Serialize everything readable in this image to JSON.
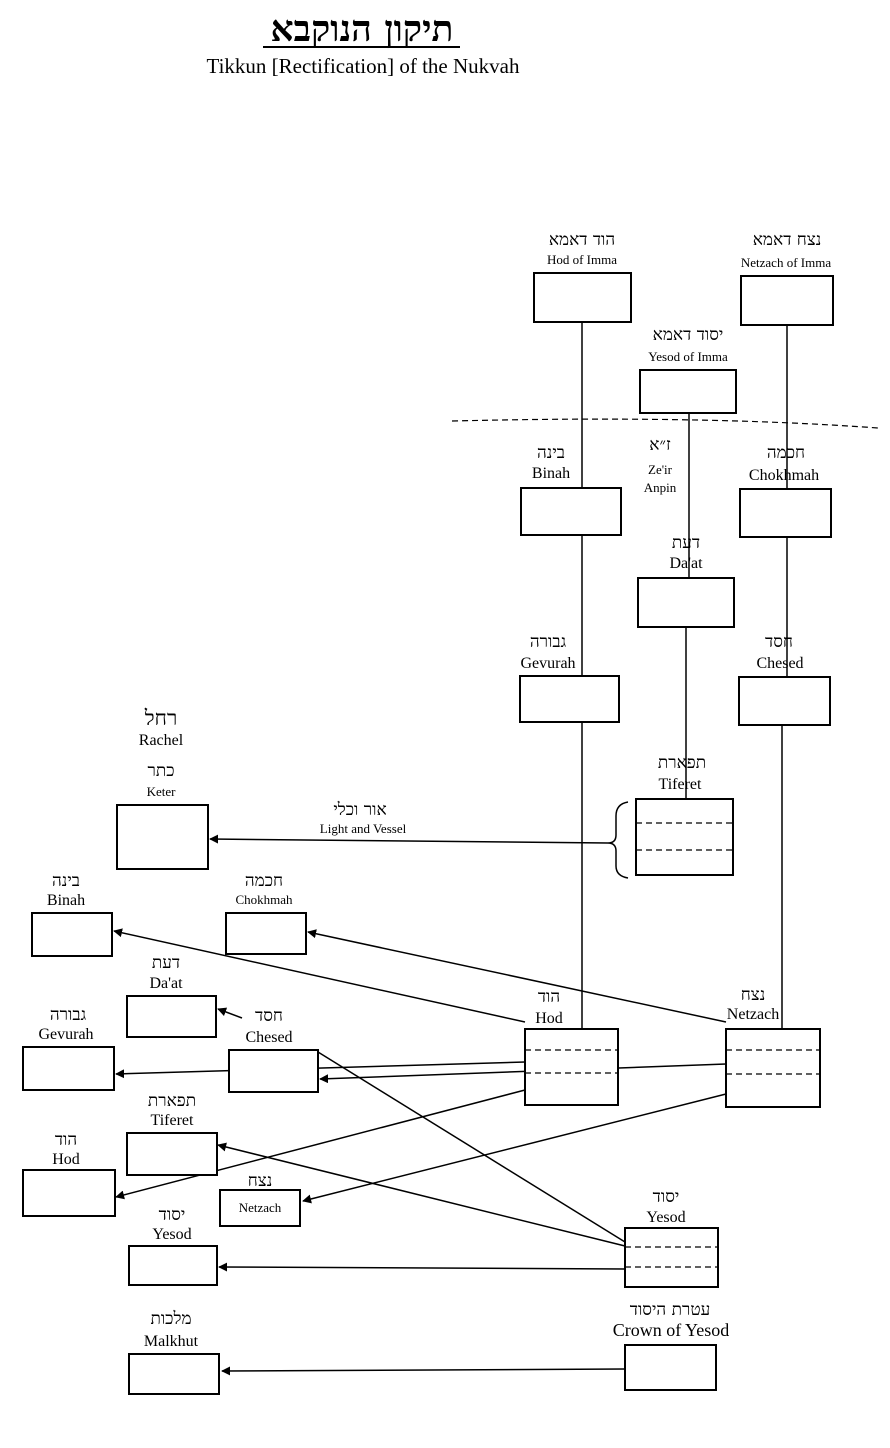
{
  "title": {
    "hebrew": "תיקון הנוקבא",
    "english": "Tikkun [Rectification] of the Nukvah"
  },
  "imma": {
    "hod": {
      "he": "הוד דאמא",
      "en": "Hod of Imma"
    },
    "netzach": {
      "he": "נצח דאמא",
      "en": "Netzach of Imma"
    },
    "yesod": {
      "he": "יסוד דאמא",
      "en": "Yesod of Imma"
    }
  },
  "zeir_anpin": {
    "label_he": "ז״א",
    "label_en_1": "Ze'ir",
    "label_en_2": "Anpin",
    "binah": {
      "he": "בינה",
      "en": "Binah"
    },
    "chokhmah": {
      "he": "חכמה",
      "en": "Chokhmah"
    },
    "daat": {
      "he": "דעת",
      "en": "Da'at"
    },
    "gevurah": {
      "he": "גבורה",
      "en": "Gevurah"
    },
    "chesed": {
      "he": "חסד",
      "en": "Chesed"
    },
    "tiferet": {
      "he": "תפארת",
      "en": "Tiferet"
    },
    "hod": {
      "he": "הוד",
      "en": "Hod"
    },
    "netzach": {
      "he": "נצח",
      "en": "Netzach"
    },
    "yesod": {
      "he": "יסוד",
      "en": "Yesod"
    },
    "crown_of_yesod": {
      "he": "עטרת היסוד",
      "en": "Crown of Yesod"
    }
  },
  "light_and_vessel": {
    "he": "אור וכלי",
    "en": "Light and Vessel"
  },
  "rachel": {
    "he": "רחל",
    "en": "Rachel",
    "keter": {
      "he": "כתר",
      "en": "Keter"
    },
    "binah": {
      "he": "בינה",
      "en": "Binah"
    },
    "chokhmah": {
      "he": "חכמה",
      "en": "Chokhmah"
    },
    "daat": {
      "he": "דעת",
      "en": "Da'at"
    },
    "chesed": {
      "he": "חסד",
      "en": "Chesed"
    },
    "gevurah": {
      "he": "גבורה",
      "en": "Gevurah"
    },
    "tiferet": {
      "he": "תפארת",
      "en": "Tiferet"
    },
    "hod": {
      "he": "הוד",
      "en": "Hod"
    },
    "netzach": {
      "he": "נצח",
      "en": "Netzach"
    },
    "yesod": {
      "he": "יסוד",
      "en": "Yesod"
    },
    "malkhut": {
      "he": "מלכות",
      "en": "Malkhut"
    }
  }
}
